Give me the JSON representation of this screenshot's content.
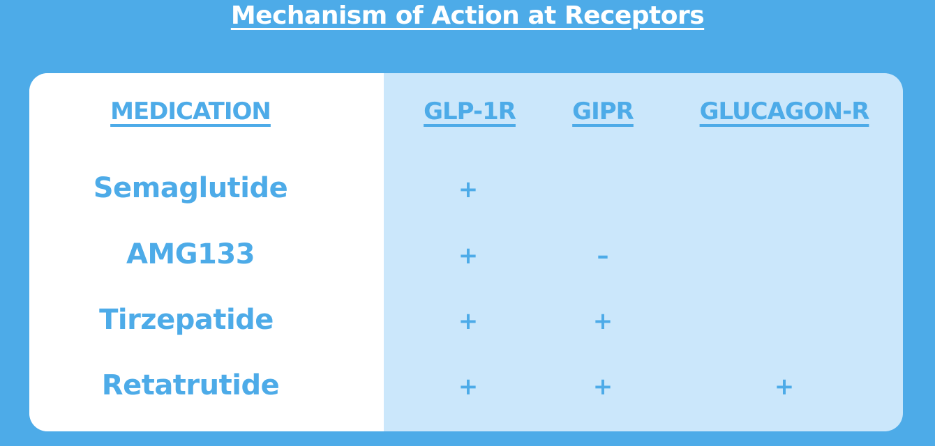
{
  "title": "Mechanism of Action at Receptors",
  "colors": {
    "background": "#4dabe8",
    "card_left": "#ffffff",
    "card_right": "#cbe7fb",
    "text": "#4dabe8"
  },
  "table": {
    "headers": [
      "MEDICATION",
      "GLP-1R",
      "GIPR",
      "GLUCAGON-R"
    ],
    "rows": [
      {
        "medication": "Semaglutide",
        "glp1r": "+",
        "gipr": "",
        "glucagon_r": ""
      },
      {
        "medication": "AMG133",
        "glp1r": "+",
        "gipr": "–",
        "glucagon_r": ""
      },
      {
        "medication": "Tirzepatide",
        "glp1r": "+",
        "gipr": "+",
        "glucagon_r": ""
      },
      {
        "medication": "Retatrutide",
        "glp1r": "+",
        "gipr": "+",
        "glucagon_r": "+"
      }
    ]
  }
}
